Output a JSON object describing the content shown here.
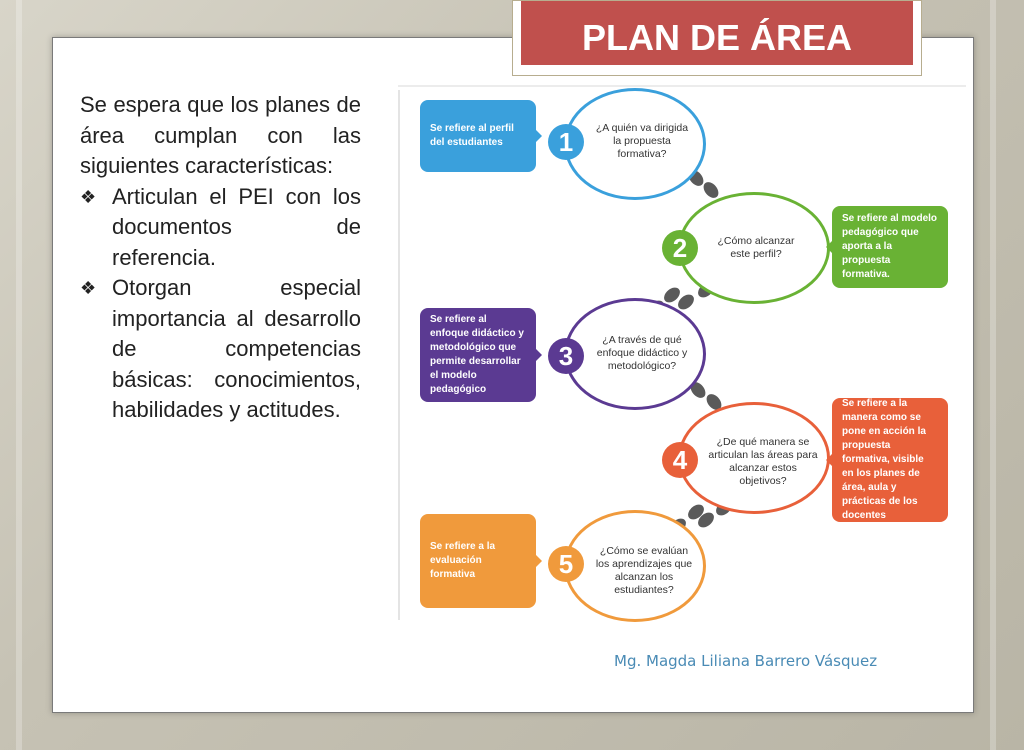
{
  "title": "PLAN DE ÁREA",
  "intro": "Se espera que los planes de área cumplan con las siguientes características:",
  "bullets": [
    "Articulan el PEI con los documentos de referencia.",
    "Otorgan especial importancia al desarrollo de competencias básicas: conocimientos, habilidades y actitudes."
  ],
  "bullet_marker": "❖",
  "steps": [
    {
      "number": "1",
      "question": "¿A quién va dirigida la propuesta formativa?",
      "note": "Se refiere al perfil del estudiantes",
      "color": "#3aa0dc"
    },
    {
      "number": "2",
      "question": "¿Cómo alcanzar este perfil?",
      "note": "Se refiere al modelo pedagógico que aporta a la propuesta formativa.",
      "color": "#69b234"
    },
    {
      "number": "3",
      "question": "¿A través de qué enfoque didáctico y metodológico?",
      "note": "Se refiere al enfoque didáctico y metodológico que permite desarrollar el modelo pedagógico",
      "color": "#5b3a92"
    },
    {
      "number": "4",
      "question": "¿De qué manera se articulan las áreas para alcanzar estos objetivos?",
      "note": "Se refiere a la manera como se pone en acción la propuesta formativa, visible en los planes de área, aula y prácticas de los docentes",
      "color": "#e8603a"
    },
    {
      "number": "5",
      "question": "¿Cómo se evalúan los aprendizajes que alcanzan los estudiantes?",
      "note": "Se refiere a la evaluación formativa",
      "color": "#f09a3c"
    }
  ],
  "footer": "Mg. Magda Liliana Barrero Vásquez"
}
